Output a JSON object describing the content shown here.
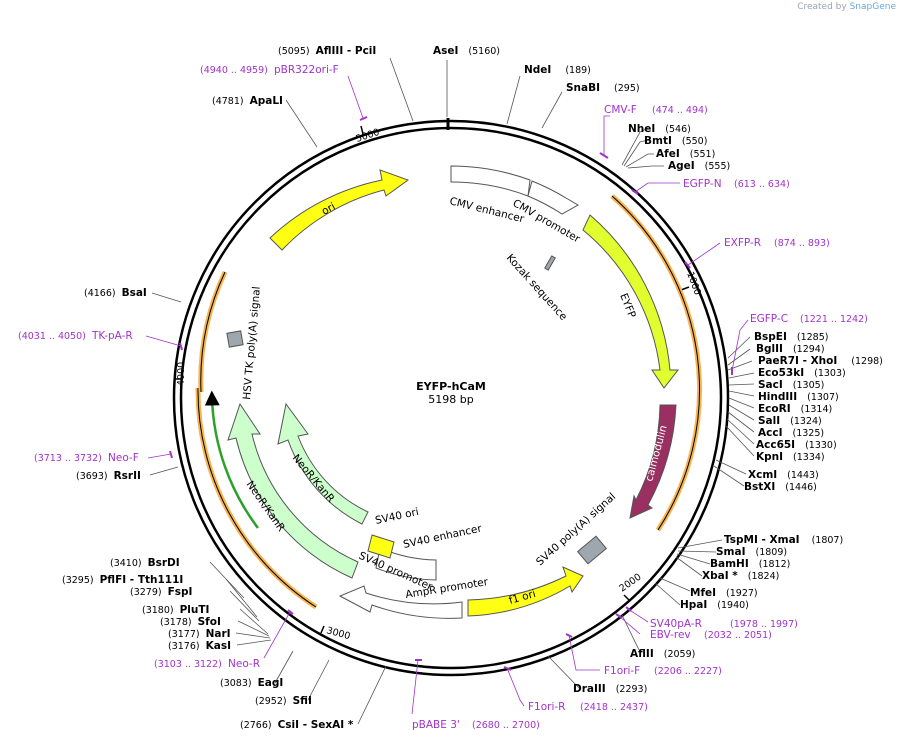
{
  "credit": {
    "prefix": "Created by",
    "brand": "SnapGene"
  },
  "plasmid": {
    "name": "EYFP-hCaM",
    "size": "5198 bp"
  },
  "ticks": [
    "1000",
    "2000",
    "3000",
    "4000",
    "5000"
  ],
  "features": [
    {
      "label": "CMV enhancer"
    },
    {
      "label": "CMV promoter"
    },
    {
      "label": "Kozak sequence"
    },
    {
      "label": "EYFP"
    },
    {
      "label": "calmodulin"
    },
    {
      "label": "SV40 poly(A) signal"
    },
    {
      "label": "f1 ori"
    },
    {
      "label": "AmpR promoter"
    },
    {
      "label": "SV40 promoter"
    },
    {
      "label": "SV40 ori"
    },
    {
      "label": "SV40 enhancer"
    },
    {
      "label": "NeoR/KanR"
    },
    {
      "label": "NeoR/KanR"
    },
    {
      "label": "HSV TK poly(A) signal"
    },
    {
      "label": "ori"
    }
  ],
  "sites": [
    {
      "name": "AseI",
      "pos": "(5160)"
    },
    {
      "name": "NdeI",
      "pos": "(189)"
    },
    {
      "name": "SnaBI",
      "pos": "(295)"
    },
    {
      "name": "NheI",
      "pos": "(546)"
    },
    {
      "name": "BmtI",
      "pos": "(550)"
    },
    {
      "name": "AfeI",
      "pos": "(551)"
    },
    {
      "name": "AgeI",
      "pos": "(555)"
    },
    {
      "name": "BspEI",
      "pos": "(1285)"
    },
    {
      "name": "BglII",
      "pos": "(1294)"
    },
    {
      "name": "PaeR7I  - XhoI",
      "pos": "(1298)"
    },
    {
      "name": "Eco53kI",
      "pos": "(1303)"
    },
    {
      "name": "SacI",
      "pos": "(1305)"
    },
    {
      "name": "HindIII",
      "pos": "(1307)"
    },
    {
      "name": "EcoRI",
      "pos": "(1314)"
    },
    {
      "name": "SalI",
      "pos": "(1324)"
    },
    {
      "name": "AccI",
      "pos": "(1325)"
    },
    {
      "name": "Acc65I",
      "pos": "(1330)"
    },
    {
      "name": "KpnI",
      "pos": "(1334)"
    },
    {
      "name": "XcmI",
      "pos": "(1443)"
    },
    {
      "name": "BstXI",
      "pos": "(1446)"
    },
    {
      "name": "TspMI  - XmaI",
      "pos": "(1807)"
    },
    {
      "name": "SmaI",
      "pos": "(1809)"
    },
    {
      "name": "BamHI",
      "pos": "(1812)"
    },
    {
      "name": "XbaI *",
      "pos": "(1824)"
    },
    {
      "name": "MfeI",
      "pos": "(1927)"
    },
    {
      "name": "HpaI",
      "pos": "(1940)"
    },
    {
      "name": "AflII",
      "pos": "(2059)"
    },
    {
      "name": "DraIII",
      "pos": "(2293)"
    },
    {
      "name": "CsiI  - SexAI *",
      "pos": "(2766)"
    },
    {
      "name": "SfiI",
      "pos": "(2952)"
    },
    {
      "name": "EagI",
      "pos": "(3083)"
    },
    {
      "name": "KasI",
      "pos": "(3176)"
    },
    {
      "name": "NarI",
      "pos": "(3177)"
    },
    {
      "name": "SfoI",
      "pos": "(3178)"
    },
    {
      "name": "PluTI",
      "pos": "(3180)"
    },
    {
      "name": "FspI",
      "pos": "(3279)"
    },
    {
      "name": "PflFI  - Tth111I",
      "pos": "(3295)"
    },
    {
      "name": "BsrDI",
      "pos": "(3410)"
    },
    {
      "name": "RsrII",
      "pos": "(3693)"
    },
    {
      "name": "BsaI",
      "pos": "(4166)"
    },
    {
      "name": "ApaLI",
      "pos": "(4781)"
    },
    {
      "name": "AflIII  - PciI",
      "pos": "(5095)"
    }
  ],
  "primers": [
    {
      "name": "CMV-F",
      "range": "(474 .. 494)"
    },
    {
      "name": "EGFP-N",
      "range": "(613 .. 634)"
    },
    {
      "name": "EXFP-R",
      "range": "(874 .. 893)"
    },
    {
      "name": "EGFP-C",
      "range": "(1221 .. 1242)"
    },
    {
      "name": "SV40pA-R",
      "range": "(1978 .. 1997)"
    },
    {
      "name": "EBV-rev",
      "range": "(2032 .. 2051)"
    },
    {
      "name": "F1ori-F",
      "range": "(2206 .. 2227)"
    },
    {
      "name": "F1ori-R",
      "range": "(2418 .. 2437)"
    },
    {
      "name": "pBABE 3'",
      "range": "(2680 .. 2700)"
    },
    {
      "name": "Neo-R",
      "range": "(3103 .. 3122)"
    },
    {
      "name": "Neo-F",
      "range": "(3713 .. 3732)"
    },
    {
      "name": "TK-pA-R",
      "range": "(4031 .. 4050)"
    },
    {
      "name": "pBR322ori-F",
      "range": "(4940 .. 4959)"
    }
  ]
}
